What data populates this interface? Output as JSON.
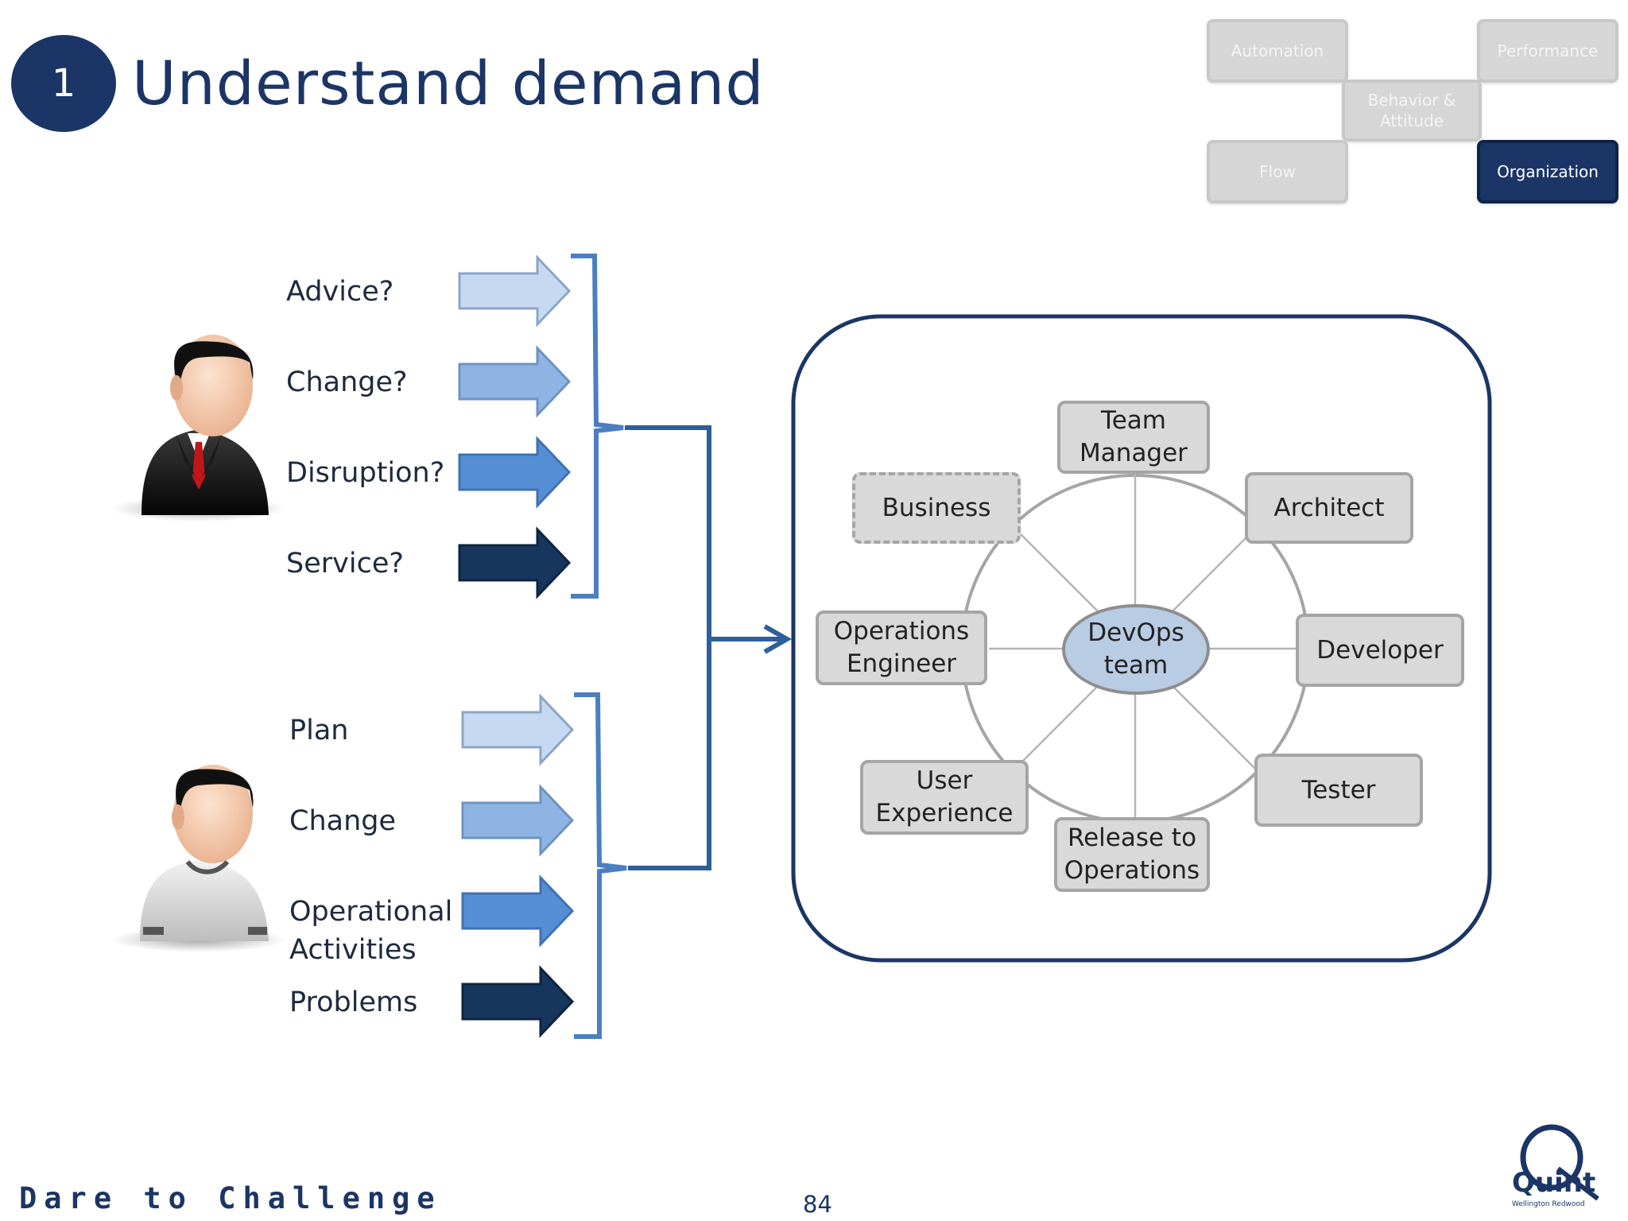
{
  "header": {
    "step_number": "1",
    "title": "Understand demand"
  },
  "nav": {
    "automation": "Automation",
    "performance": "Performance",
    "behavior": "Behavior & Attitude",
    "flow": "Flow",
    "organization": "Organization",
    "active": "Organization"
  },
  "business_user": {
    "labels": [
      "Advice?",
      "Change?",
      "Disruption?",
      "Service?"
    ]
  },
  "it_user": {
    "labels": [
      "Plan",
      "Change",
      "Operational Activities",
      "Problems"
    ]
  },
  "arrow_colors": [
    "#c6d9f1",
    "#8eb4e3",
    "#558ed5",
    "#17365d"
  ],
  "devops": {
    "center": "DevOps team",
    "roles": {
      "team_manager": "Team Manager",
      "business": "Business",
      "architect": "Architect",
      "operations_engineer": "Operations Engineer",
      "developer": "Developer",
      "user_experience": "User Experience",
      "tester": "Tester",
      "release_to_operations": "Release to Operations"
    }
  },
  "footer": {
    "slogan": "Dare to Challenge",
    "page_number": "84"
  },
  "logo": {
    "name": "Quint",
    "tagline": "Wellington Redwood"
  },
  "colors": {
    "brand": "#1b3566",
    "bracket": "#4a7fc1",
    "connector": "#2e5f9a"
  }
}
